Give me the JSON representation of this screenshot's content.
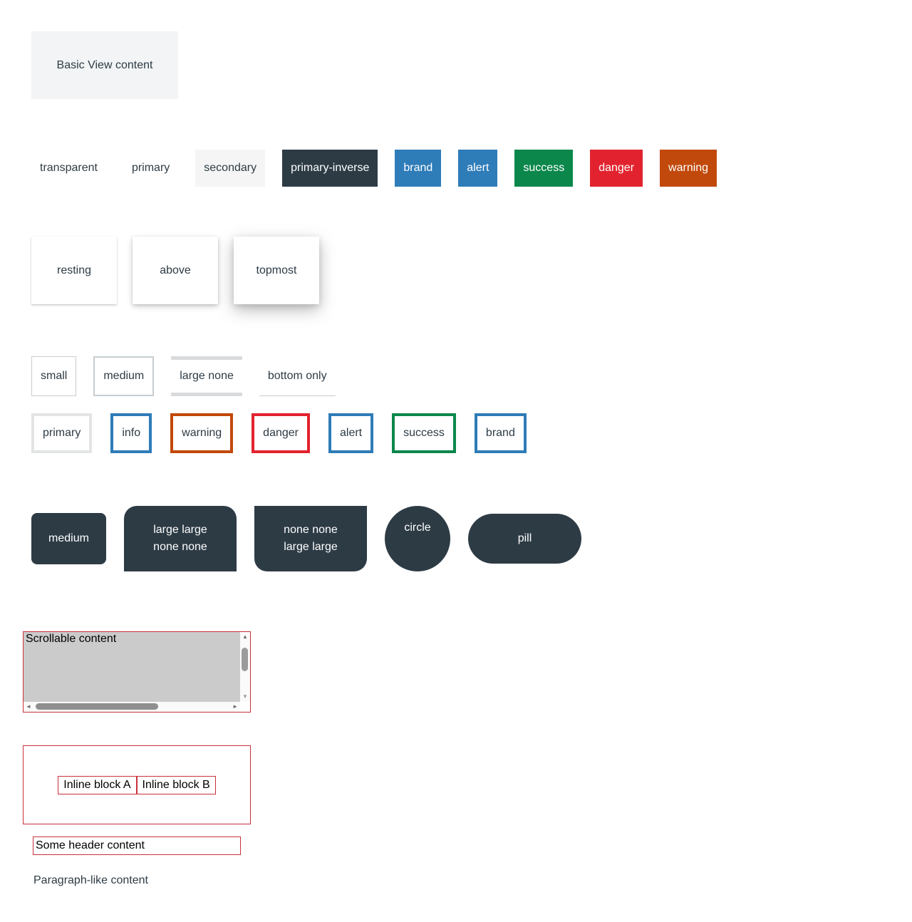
{
  "basic": {
    "label": "Basic View content"
  },
  "backgrounds": {
    "items": [
      {
        "label": "transparent",
        "bg": "transparent",
        "fg": "#2D3B45"
      },
      {
        "label": "primary",
        "bg": "#FFFFFF",
        "fg": "#2D3B45"
      },
      {
        "label": "secondary",
        "bg": "#F5F5F5",
        "fg": "#2D3B45"
      },
      {
        "label": "primary-inverse",
        "bg": "#2D3B45",
        "fg": "#FFFFFF"
      },
      {
        "label": "brand",
        "bg": "#2E7CB8",
        "fg": "#FFFFFF"
      },
      {
        "label": "alert",
        "bg": "#2E7CB8",
        "fg": "#FFFFFF"
      },
      {
        "label": "success",
        "bg": "#0B874B",
        "fg": "#FFFFFF"
      },
      {
        "label": "danger",
        "bg": "#E2232F",
        "fg": "#FFFFFF"
      },
      {
        "label": "warning",
        "bg": "#C2490C",
        "fg": "#FFFFFF"
      }
    ]
  },
  "shadows": {
    "items": [
      {
        "label": "resting"
      },
      {
        "label": "above"
      },
      {
        "label": "topmost"
      }
    ]
  },
  "border_widths": {
    "items": [
      {
        "label": "small"
      },
      {
        "label": "medium"
      },
      {
        "label": "large none"
      },
      {
        "label": "bottom only"
      }
    ]
  },
  "border_colors": {
    "items": [
      {
        "label": "primary",
        "border": "#E2E4E6"
      },
      {
        "label": "info",
        "border": "#2E7CB8"
      },
      {
        "label": "warning",
        "border": "#C2490C"
      },
      {
        "label": "danger",
        "border": "#E2232F"
      },
      {
        "label": "alert",
        "border": "#2E7CB8"
      },
      {
        "label": "success",
        "border": "#0B874B"
      },
      {
        "label": "brand",
        "border": "#2E7CB8"
      }
    ]
  },
  "border_radius": {
    "bg": "#2D3B45",
    "fg": "#FFFFFF",
    "items": [
      {
        "label": "medium"
      },
      {
        "line1": "large large",
        "line2": "none none"
      },
      {
        "line1": "none none",
        "line2": "large large"
      },
      {
        "label": "circle"
      },
      {
        "label": "pill"
      }
    ]
  },
  "scrollable": {
    "content": "Scrollable content"
  },
  "inline_blocks": {
    "a": "Inline block A",
    "b": "Inline block B"
  },
  "header_box": {
    "content": "Some header content"
  },
  "paragraph": {
    "content": "Paragraph-like content"
  },
  "icons": {
    "scroll_up": "▲",
    "scroll_down": "▼",
    "scroll_left": "◄",
    "scroll_right": "►"
  },
  "colors": {
    "text_dark": "#2D3B45",
    "debug_red": "#C8303C",
    "scroll_gray": "#CBCBCB",
    "border_gray": "#C7CDD1",
    "border_light": "#D8DADC"
  }
}
